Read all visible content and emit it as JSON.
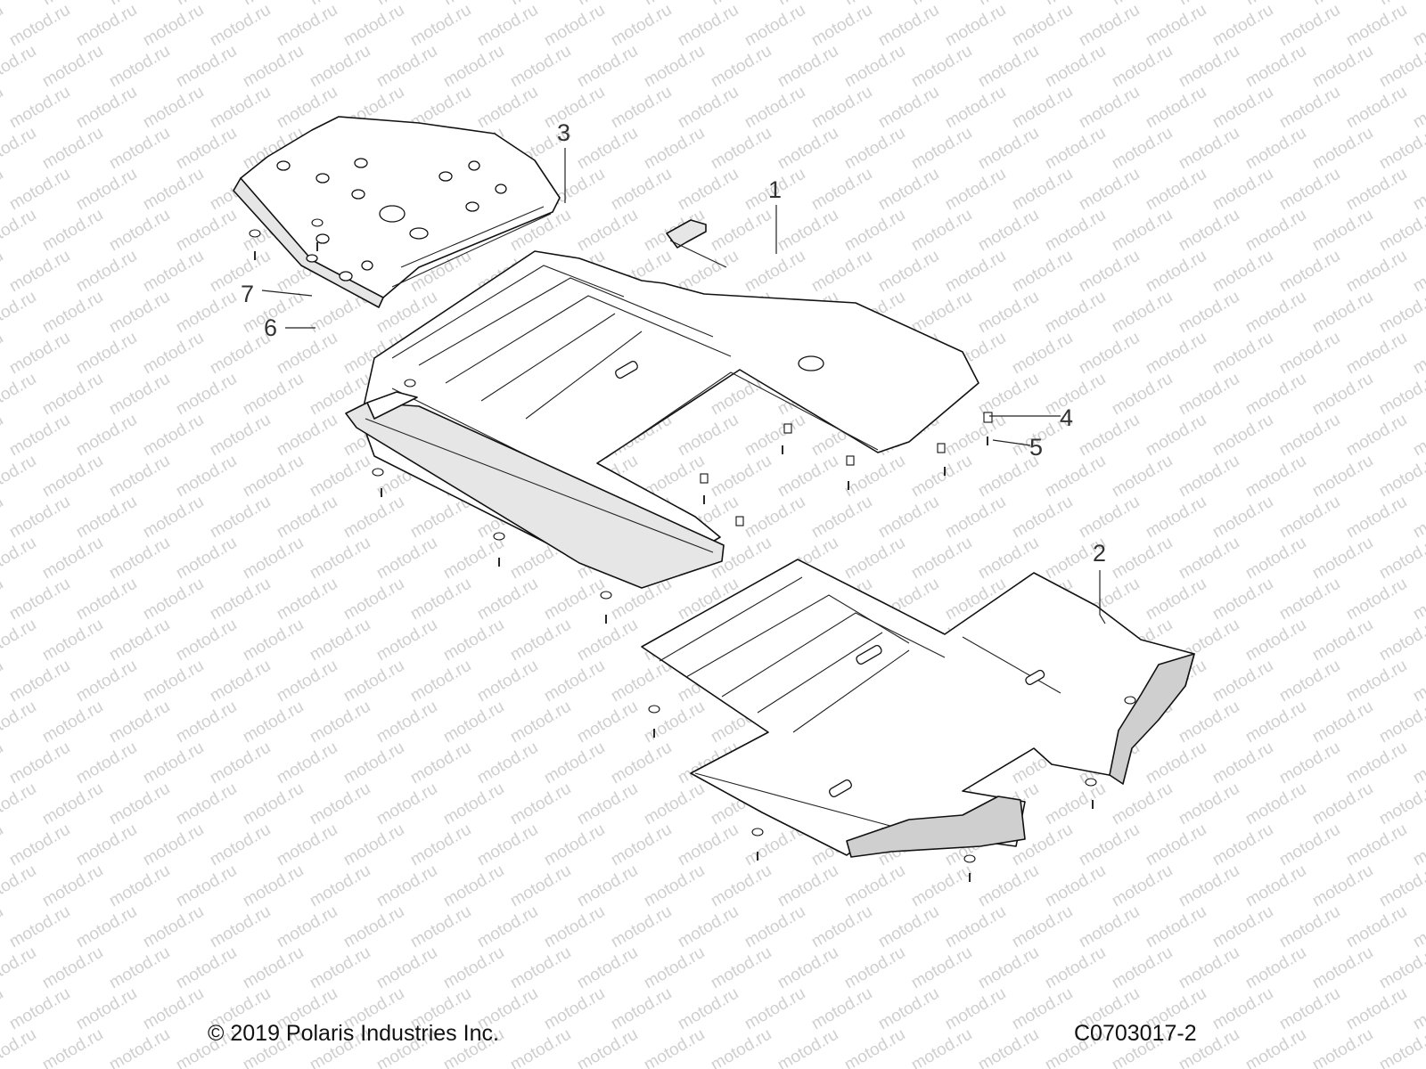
{
  "watermark": {
    "text": "motod.ru"
  },
  "callouts": [
    {
      "id": "1",
      "label": "1"
    },
    {
      "id": "2",
      "label": "2"
    },
    {
      "id": "3",
      "label": "3"
    },
    {
      "id": "4",
      "label": "4"
    },
    {
      "id": "5",
      "label": "5"
    },
    {
      "id": "6",
      "label": "6"
    },
    {
      "id": "7",
      "label": "7"
    }
  ],
  "footer": {
    "copyright": "© 2019 Polaris Industries Inc.",
    "figure_id": "C0703017-2"
  }
}
